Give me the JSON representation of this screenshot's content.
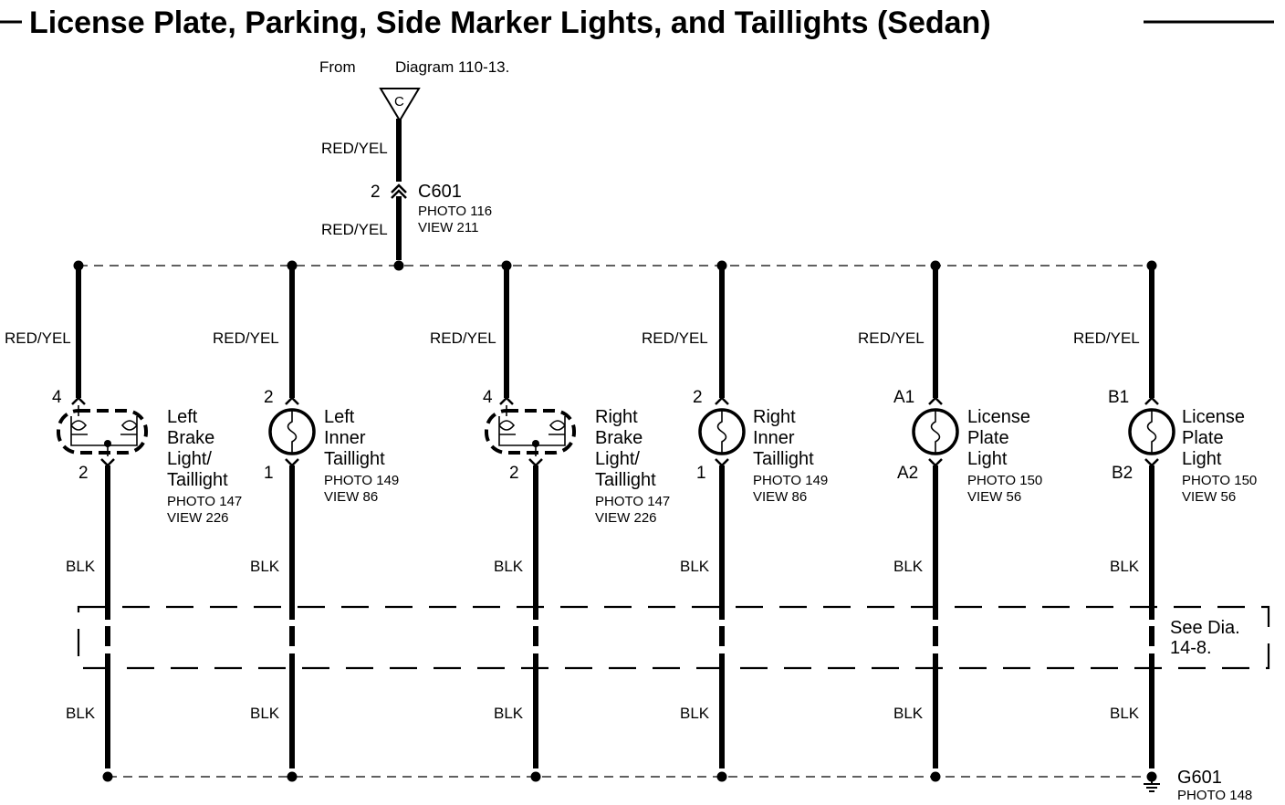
{
  "title": "License Plate, Parking, Side Marker Lights, and Taillights (Sedan)",
  "source": {
    "from_prefix": "From",
    "from_diagram": "Diagram 110-13.",
    "connector_letter": "C"
  },
  "c601": {
    "wire_above": "RED/YEL",
    "pin": "2",
    "name": "C601",
    "photo": "PHOTO 116",
    "view": "VIEW 211",
    "wire_below": "RED/YEL"
  },
  "lights": [
    {
      "id": "left-brake",
      "wire_top": "RED/YEL",
      "pin_top": "4",
      "pin_bottom": "2",
      "name_lines": [
        "Left",
        "Brake",
        "Light/",
        "Taillight"
      ],
      "photo": "PHOTO 147",
      "view": "VIEW 226",
      "wire_bottom_1": "BLK",
      "wire_bottom_2": "BLK"
    },
    {
      "id": "left-inner",
      "wire_top": "RED/YEL",
      "pin_top": "2",
      "pin_bottom": "1",
      "name_lines": [
        "Left",
        "Inner",
        "Taillight"
      ],
      "photo": "PHOTO 149",
      "view": "VIEW 86",
      "wire_bottom_1": "BLK",
      "wire_bottom_2": "BLK"
    },
    {
      "id": "right-brake",
      "wire_top": "RED/YEL",
      "pin_top": "4",
      "pin_bottom": "2",
      "name_lines": [
        "Right",
        "Brake",
        "Light/",
        "Taillight"
      ],
      "photo": "PHOTO 147",
      "view": "VIEW 226",
      "wire_bottom_1": "BLK",
      "wire_bottom_2": "BLK"
    },
    {
      "id": "right-inner",
      "wire_top": "RED/YEL",
      "pin_top": "2",
      "pin_bottom": "1",
      "name_lines": [
        "Right",
        "Inner",
        "Taillight"
      ],
      "photo": "PHOTO 149",
      "view": "VIEW 86",
      "wire_bottom_1": "BLK",
      "wire_bottom_2": "BLK"
    },
    {
      "id": "license-a",
      "wire_top": "RED/YEL",
      "pin_top": "A1",
      "pin_bottom": "A2",
      "name_lines": [
        "License",
        "Plate",
        "Light"
      ],
      "photo": "PHOTO 150",
      "view": "VIEW 56",
      "wire_bottom_1": "BLK",
      "wire_bottom_2": "BLK"
    },
    {
      "id": "license-b",
      "wire_top": "RED/YEL",
      "pin_top": "B1",
      "pin_bottom": "B2",
      "name_lines": [
        "License",
        "Plate",
        "Light"
      ],
      "photo": "PHOTO 150",
      "view": "VIEW 56",
      "wire_bottom_1": "BLK",
      "wire_bottom_2": "BLK"
    }
  ],
  "see_dia": {
    "line1": "See Dia.",
    "line2": "14-8."
  },
  "ground": {
    "name": "G601",
    "photo": "PHOTO 148"
  }
}
